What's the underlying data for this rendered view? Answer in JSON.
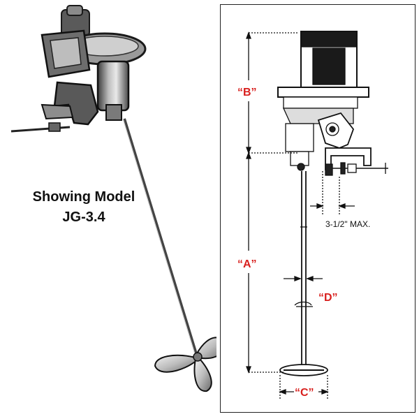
{
  "caption": {
    "line1": "Showing Model",
    "line2": "JG-3.4"
  },
  "drawing": {
    "dimension_labels": {
      "a": "“A”",
      "b": "“B”",
      "c": "“C”",
      "d": "“D”"
    },
    "note": "3-1/2\"  MAX.",
    "label_color": "#d8201e"
  }
}
